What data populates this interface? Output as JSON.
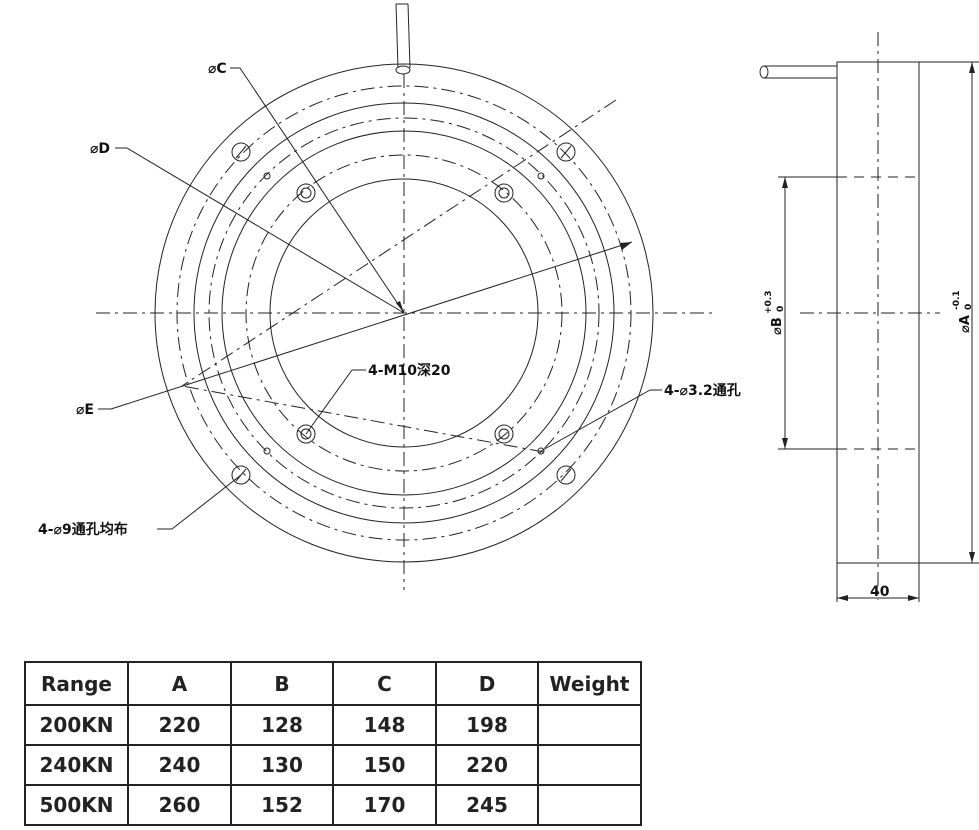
{
  "drawing": {
    "labels": {
      "dia_c": "⌀C",
      "dia_d": "⌀D",
      "dia_e": "⌀E",
      "tapped_holes": "4-M10深20",
      "through_holes_small": "4-⌀3.2通孔",
      "through_holes_large": "4-⌀9通孔均布",
      "dim_b": "⌀B",
      "dim_b_tol_upper": "+0.3",
      "dim_b_tol_lower": "0",
      "dim_a": "⌀A",
      "dim_a_tol_upper": "-0.1",
      "dim_a_tol_lower": "0",
      "thickness": "40"
    }
  },
  "table": {
    "headers": [
      "Range",
      "A",
      "B",
      "C",
      "D",
      "Weight"
    ],
    "rows": [
      [
        "200KN",
        "220",
        "128",
        "148",
        "198",
        ""
      ],
      [
        "240KN",
        "240",
        "130",
        "150",
        "220",
        ""
      ],
      [
        "500KN",
        "260",
        "152",
        "170",
        "245",
        ""
      ]
    ]
  }
}
